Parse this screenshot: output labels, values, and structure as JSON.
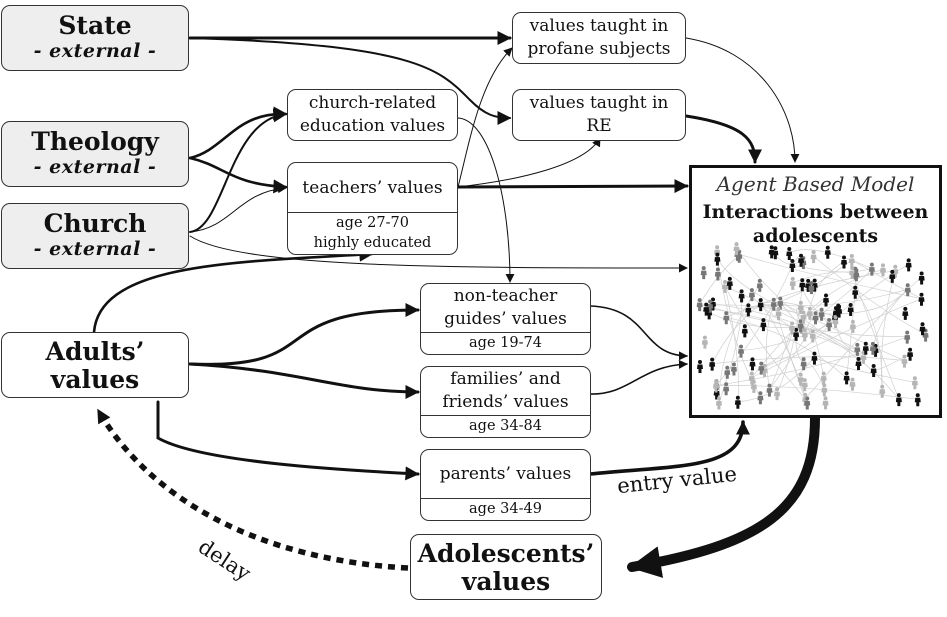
{
  "nodes": {
    "state": {
      "title": "State",
      "tag": "- external -"
    },
    "theology": {
      "title": "Theology",
      "tag": "- external -"
    },
    "church": {
      "title": "Church",
      "tag": "- external -"
    },
    "adults": {
      "title_line1": "Adults’",
      "title_line2": "values"
    },
    "profane": {
      "line1": "values taught in",
      "line2": "profane subjects"
    },
    "re": {
      "line1": "values taught in",
      "line2": "RE"
    },
    "church_edu": {
      "line1": "church-related",
      "line2": "education values"
    },
    "teachers": {
      "line1": "teachers’ values",
      "detail1": "age 27-70",
      "detail2": "highly educated"
    },
    "guides": {
      "line1": "non-teacher",
      "line2": "guides’ values",
      "detail": "age 19-74"
    },
    "families": {
      "line1": "families’ and",
      "line2": "friends’ values",
      "detail": "age 34-84"
    },
    "parents": {
      "line1": "parents’ values",
      "detail": "age 34-49"
    },
    "adolescents": {
      "line1": "Adolescents’",
      "line2": "values"
    }
  },
  "model": {
    "title": "Agent Based Model",
    "subtitle_line1": "Interactions between",
    "subtitle_line2": "adolescents"
  },
  "edge_labels": {
    "entry": "entry value",
    "delay": "delay"
  },
  "colors": {
    "external_fill": "#eeeeee",
    "agent_dark": "#111111",
    "agent_mid": "#777777",
    "agent_light": "#b5b5b5"
  }
}
